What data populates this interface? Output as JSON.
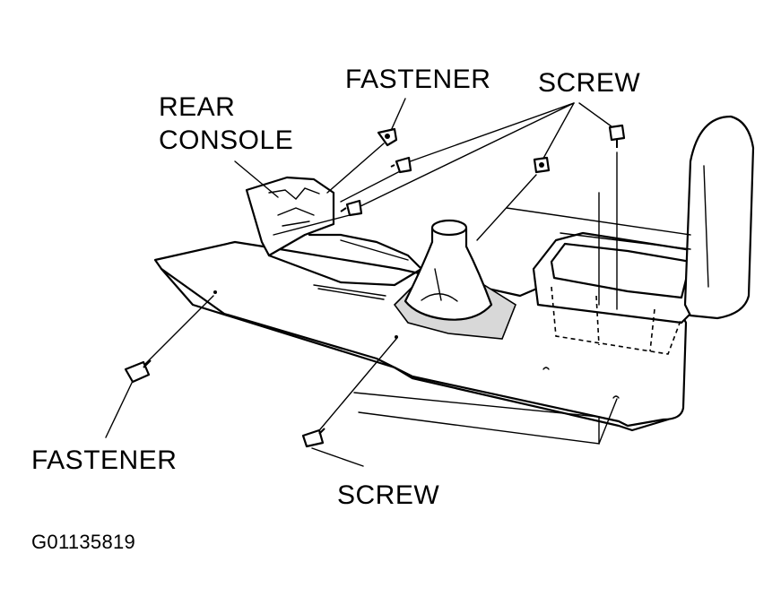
{
  "labels": {
    "fastener_top": "FASTENER",
    "screw_top": "SCREW",
    "rear_console_line1": "REAR",
    "rear_console_line2": "CONSOLE",
    "fastener_left": "FASTENER",
    "screw_bottom": "SCREW"
  },
  "figure_code": "G01135819"
}
